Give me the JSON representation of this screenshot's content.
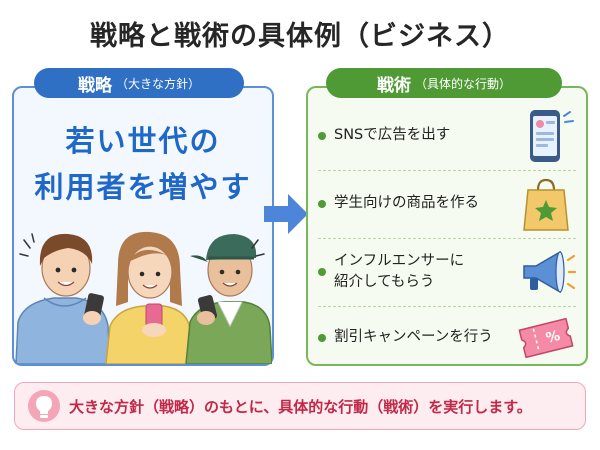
{
  "title": "戦略と戦術の具体例（ビジネス）",
  "strategy": {
    "label": "戦略",
    "sublabel": "（大きな方針）",
    "line1": "若い世代の",
    "line2": "利用者を増やす",
    "color": "#2f6fc4"
  },
  "tactics": {
    "label": "戦術",
    "sublabel": "（具体的な行動）",
    "color": "#4f9a34",
    "items": [
      {
        "text": "SNSで広告を出す",
        "icon": "smartphone-sns-icon"
      },
      {
        "text": "学生向けの商品を作る",
        "icon": "shopping-bag-icon"
      },
      {
        "text": "インフルエンサーに\n紹介してもらう",
        "icon": "megaphone-icon"
      },
      {
        "text": "割引キャンペーンを行う",
        "icon": "discount-ticket-icon"
      }
    ]
  },
  "note": {
    "text": "大きな方針（戦略）のもとに、具体的な行動（戦術）を実行します。",
    "icon": "lightbulb-icon",
    "color": "#c02948"
  }
}
